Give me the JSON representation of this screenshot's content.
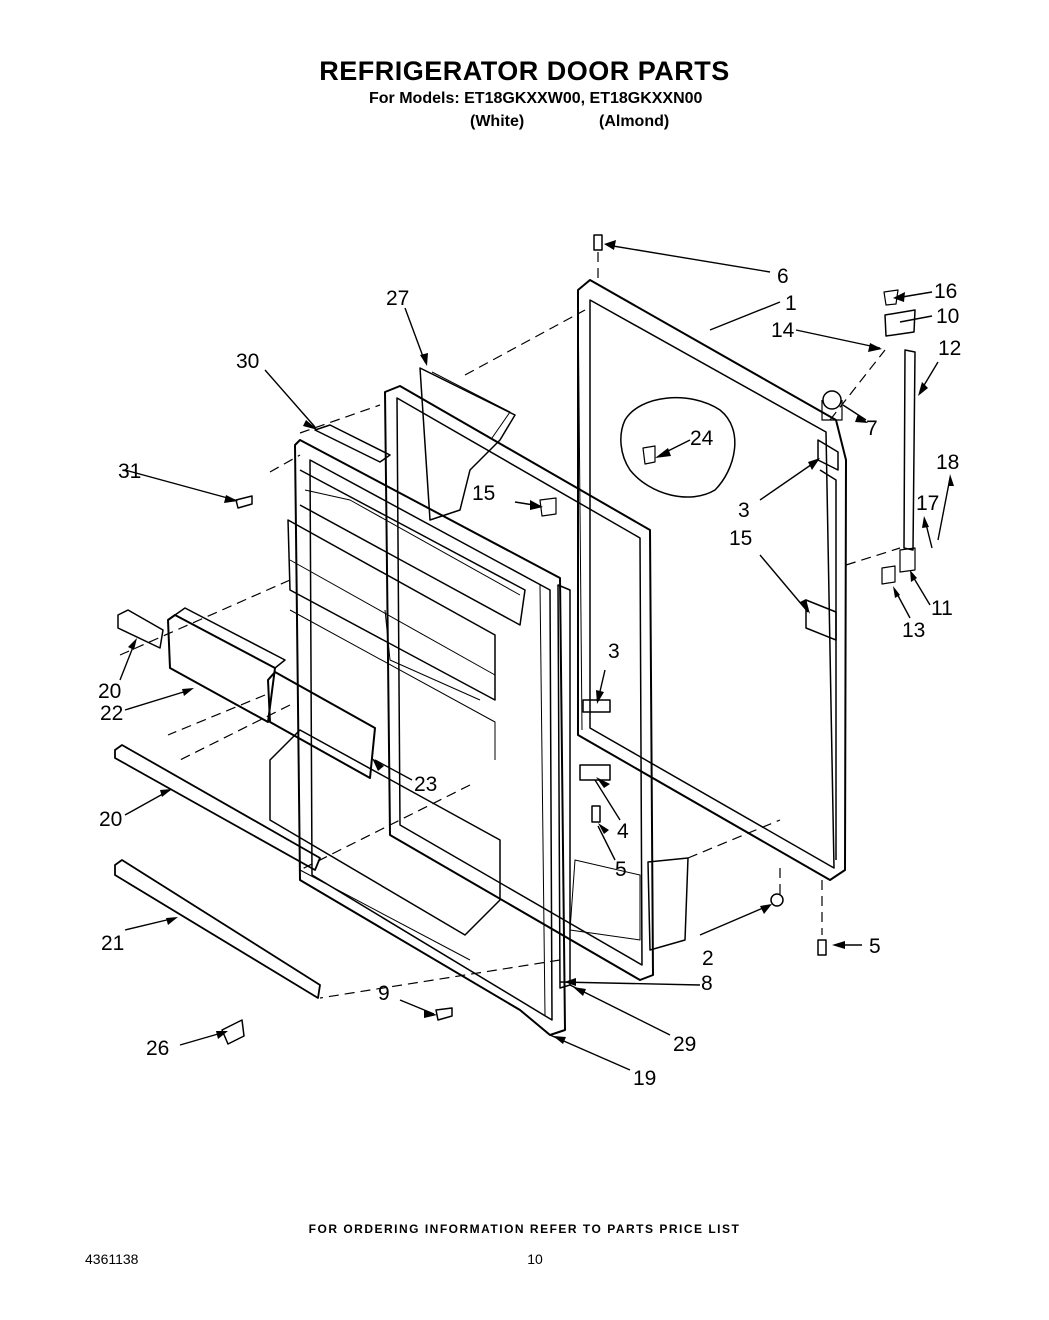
{
  "header": {
    "title": "REFRIGERATOR DOOR PARTS",
    "models_prefix": "For Models:",
    "models": [
      {
        "number": "ET18GKXXW00,",
        "color": "(White)"
      },
      {
        "number": "ET18GKXXN00",
        "color": "(Almond)"
      }
    ]
  },
  "callouts": [
    "1",
    "2",
    "3",
    "3",
    "4",
    "5",
    "5",
    "6",
    "7",
    "8",
    "9",
    "10",
    "11",
    "12",
    "13",
    "14",
    "15",
    "15",
    "16",
    "17",
    "18",
    "19",
    "20",
    "20",
    "21",
    "22",
    "23",
    "24",
    "26",
    "27",
    "29",
    "30",
    "31"
  ],
  "footer": {
    "ordering_note": "FOR ORDERING INFORMATION REFER TO PARTS PRICE LIST",
    "doc_number": "4361138",
    "page_number": "10"
  }
}
